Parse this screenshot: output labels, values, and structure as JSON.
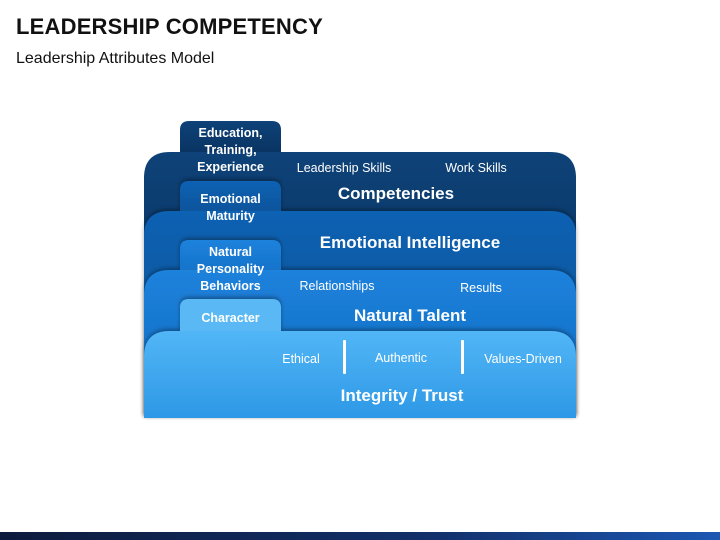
{
  "header": {
    "title": "LEADERSHIP COMPETENCY",
    "subtitle": "Leadership Attributes Model"
  },
  "colors": {
    "layer1": "#0a3766",
    "layer2": "#0d56a0",
    "layer3": "#1777cf",
    "layer4": "#3fa7f0",
    "tab1": "#0a3766",
    "tab4": "#55b4f3",
    "bottom_bar": "#12306a"
  },
  "layers": [
    {
      "tab_lines": [
        "Education,",
        "Training,",
        "Experience"
      ],
      "title": "Competencies",
      "items": [
        "Leadership Skills",
        "Work Skills"
      ]
    },
    {
      "tab_lines": [
        "Emotional",
        "Maturity"
      ],
      "title": "Emotional Intelligence",
      "items": []
    },
    {
      "tab_lines": [
        "Natural",
        "Personality",
        "Behaviors"
      ],
      "title": "Natural Talent",
      "items": [
        "Relationships",
        "Results"
      ]
    },
    {
      "tab_lines": [
        "Character"
      ],
      "title": "Integrity / Trust",
      "items": [
        "Ethical",
        "Authentic",
        "Values-Driven"
      ]
    }
  ]
}
